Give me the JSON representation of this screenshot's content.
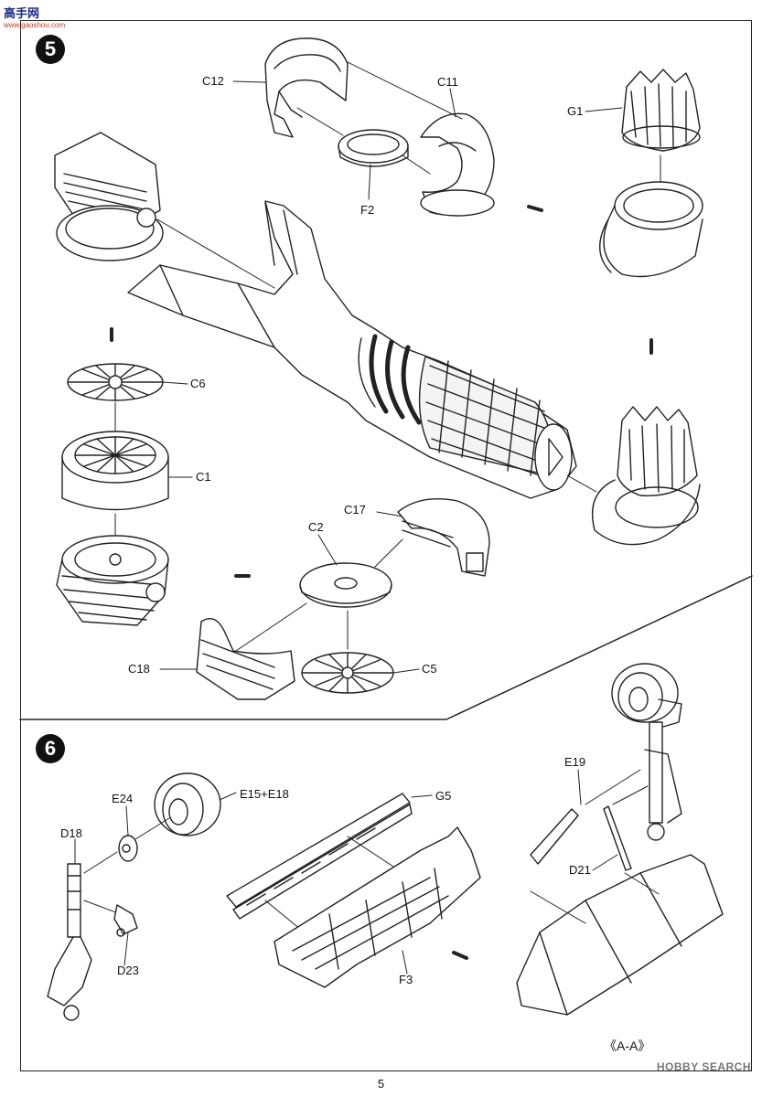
{
  "watermark_top": "高手网",
  "watermark_top_sub": "www.gaoshou.com",
  "step5": {
    "number": "5",
    "labels": [
      "C12",
      "C11",
      "G1",
      "F2",
      "C6",
      "C1",
      "C17",
      "C2",
      "C18",
      "C5"
    ]
  },
  "step6": {
    "number": "6",
    "labels": [
      "E24",
      "E15+E18",
      "G5",
      "D18",
      "D23",
      "F3",
      "E19",
      "D21"
    ]
  },
  "view_label": "《A-A》",
  "page_number": "5",
  "watermark_bottom": "HOBBY SEARCH"
}
